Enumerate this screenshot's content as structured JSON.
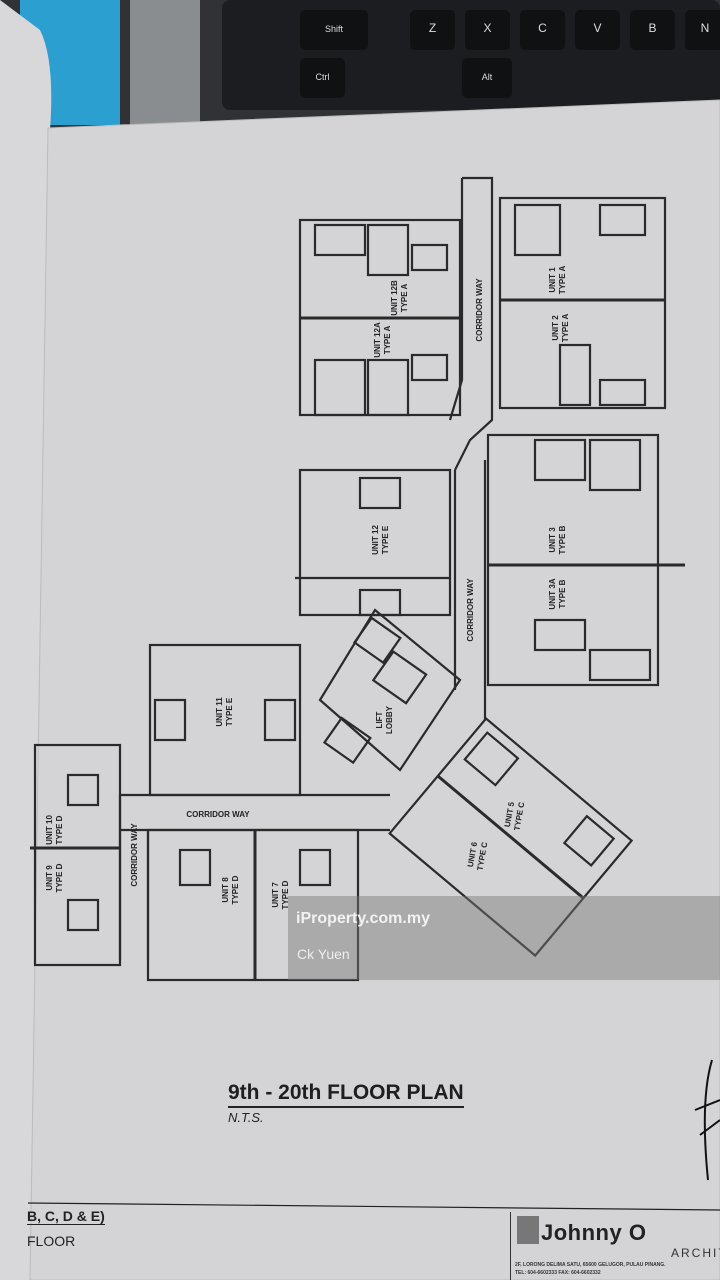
{
  "keyboard": {
    "keys": [
      "Shift",
      "Z",
      "X",
      "C",
      "V",
      "B",
      "N",
      "Ctrl",
      "Alt"
    ]
  },
  "plan": {
    "title": "9th - 20th FLOOR PLAN",
    "scale_note": "N.T.S.",
    "labels": {
      "unit_12b": [
        "UNIT 12B",
        "TYPE A"
      ],
      "unit_12a": [
        "UNIT 12A",
        "TYPE A"
      ],
      "unit_1": [
        "UNIT 1",
        "TYPE A"
      ],
      "unit_2": [
        "UNIT 2",
        "TYPE A"
      ],
      "unit_12": [
        "UNIT 12",
        "TYPE E"
      ],
      "unit_3": [
        "UNIT 3",
        "TYPE B"
      ],
      "unit_3a": [
        "UNIT 3A",
        "TYPE B"
      ],
      "unit_11": [
        "UNIT 11",
        "TYPE E"
      ],
      "unit_10": [
        "UNIT 10",
        "TYPE D"
      ],
      "unit_9": [
        "UNIT 9",
        "TYPE D"
      ],
      "unit_8": [
        "UNIT 8",
        "TYPE D"
      ],
      "unit_7": [
        "UNIT 7",
        "TYPE D"
      ],
      "unit_6": [
        "UNIT 6",
        "TYPE C"
      ],
      "unit_5": [
        "UNIT 5",
        "TYPE C"
      ],
      "lift_lobby": [
        "LIFT",
        "LOBBY"
      ],
      "corridor": "CORRIDOR WAY"
    }
  },
  "title_block": {
    "left_line1": "B, C, D & E)",
    "left_line2": "FLOOR",
    "firm_name": "Johnny O",
    "firm_sub": "ARCHITE",
    "address": "2F, LORONG DELIMA SATU, 65600 GELUGOR, PULAU PINANG.",
    "tel": "TEL: 604-6602333        FAX: 604-6602332"
  },
  "watermark": {
    "site": "iProperty.com.my",
    "user": "Ck Yuen"
  }
}
